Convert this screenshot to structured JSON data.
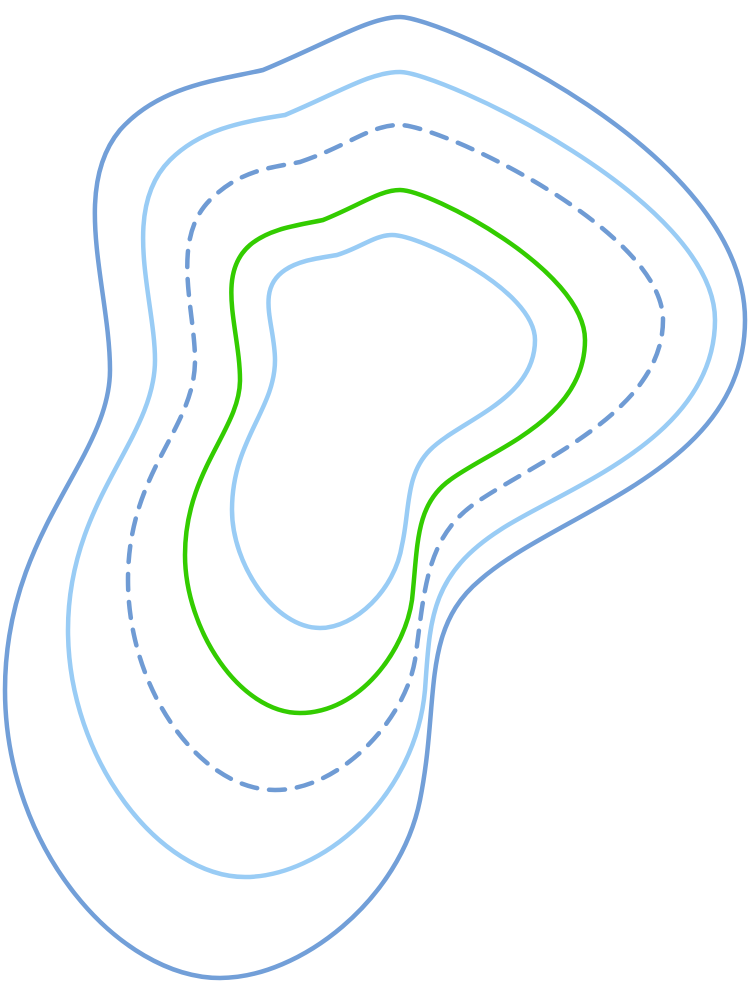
{
  "diagram": {
    "type": "nested-contours",
    "contours": [
      {
        "id": "outer",
        "color": "#729fd8",
        "style": "solid"
      },
      {
        "id": "second",
        "color": "#99ccf5",
        "style": "solid"
      },
      {
        "id": "third",
        "color": "#6f9bd4",
        "style": "dashed"
      },
      {
        "id": "fourth",
        "color": "#33cc00",
        "style": "solid"
      },
      {
        "id": "inner",
        "color": "#99ccf5",
        "style": "solid"
      }
    ]
  }
}
